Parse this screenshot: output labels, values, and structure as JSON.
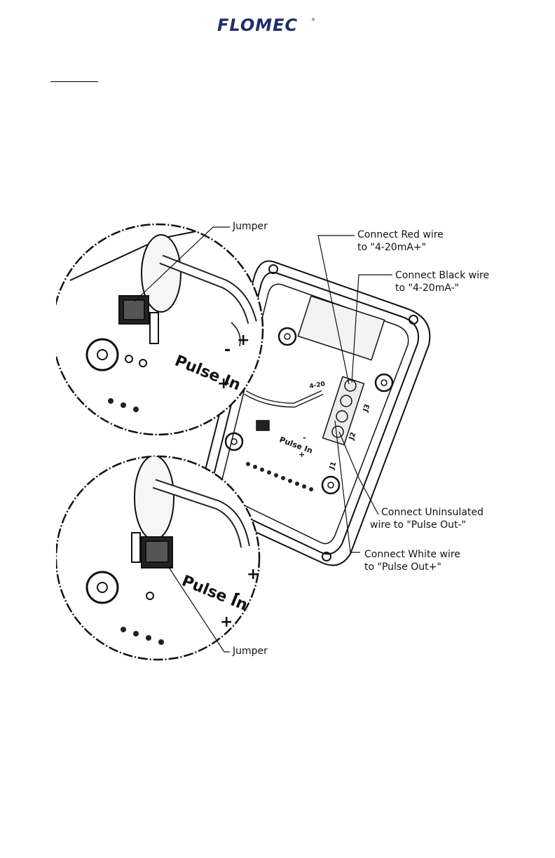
{
  "brand": {
    "logo_text": "FLOMEC"
  },
  "figure": {
    "callouts": {
      "jumper_top": "Jumper",
      "red_wire_line1": "Connect Red wire",
      "red_wire_line2": "to \"4-20mA+\"",
      "black_wire_line1": "Connect Black wire",
      "black_wire_line2": "to \"4-20mA-\"",
      "uninsulated_line1": "Connect Uninsulated",
      "uninsulated_line2": "wire to \"Pulse Out-\"",
      "white_wire_line1": "Connect White wire",
      "white_wire_line2": "to \"Pulse Out+\"",
      "jumper_bottom": "Jumper"
    },
    "board_labels": {
      "pulse_in": "Pulse In",
      "minus": "-",
      "plus": "+",
      "ma_label": "4-20",
      "j1": "J1",
      "j2": "J2",
      "j3": "J3"
    }
  }
}
